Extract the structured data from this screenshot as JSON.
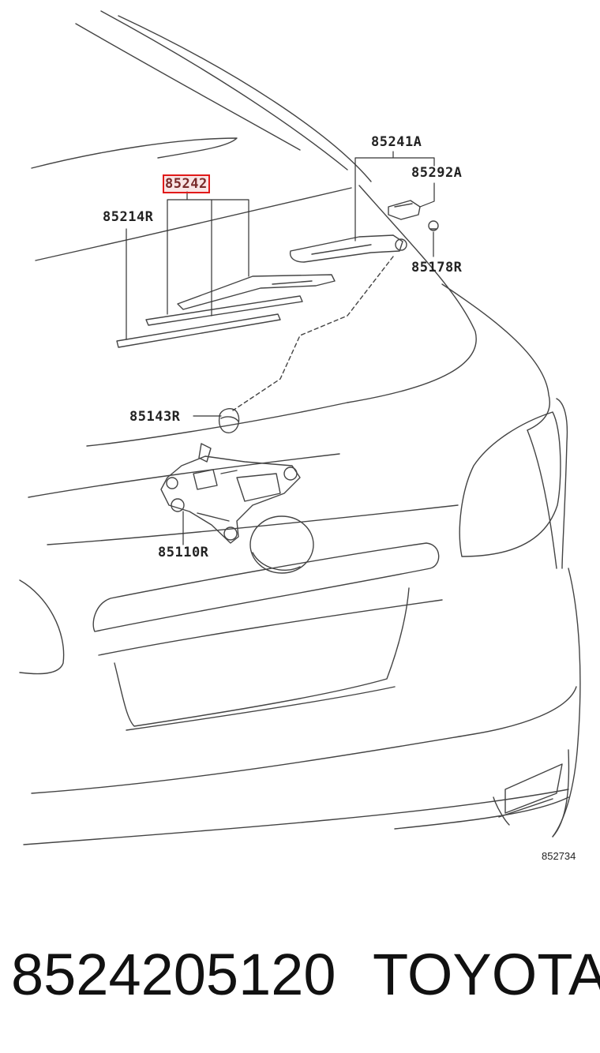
{
  "diagram": {
    "labels": {
      "p85241A": "85241A",
      "p85292A": "85292A",
      "p85242": "85242",
      "p85214R": "85214R",
      "p85178R": "85178R",
      "p85143R": "85143R",
      "p85110R": "85110R"
    },
    "highlighted_part": "85242",
    "highlight_color": "#e11a1a",
    "reference_number": "852734"
  },
  "caption": {
    "part_number": "8524205120",
    "brand": "TOYOTA"
  }
}
